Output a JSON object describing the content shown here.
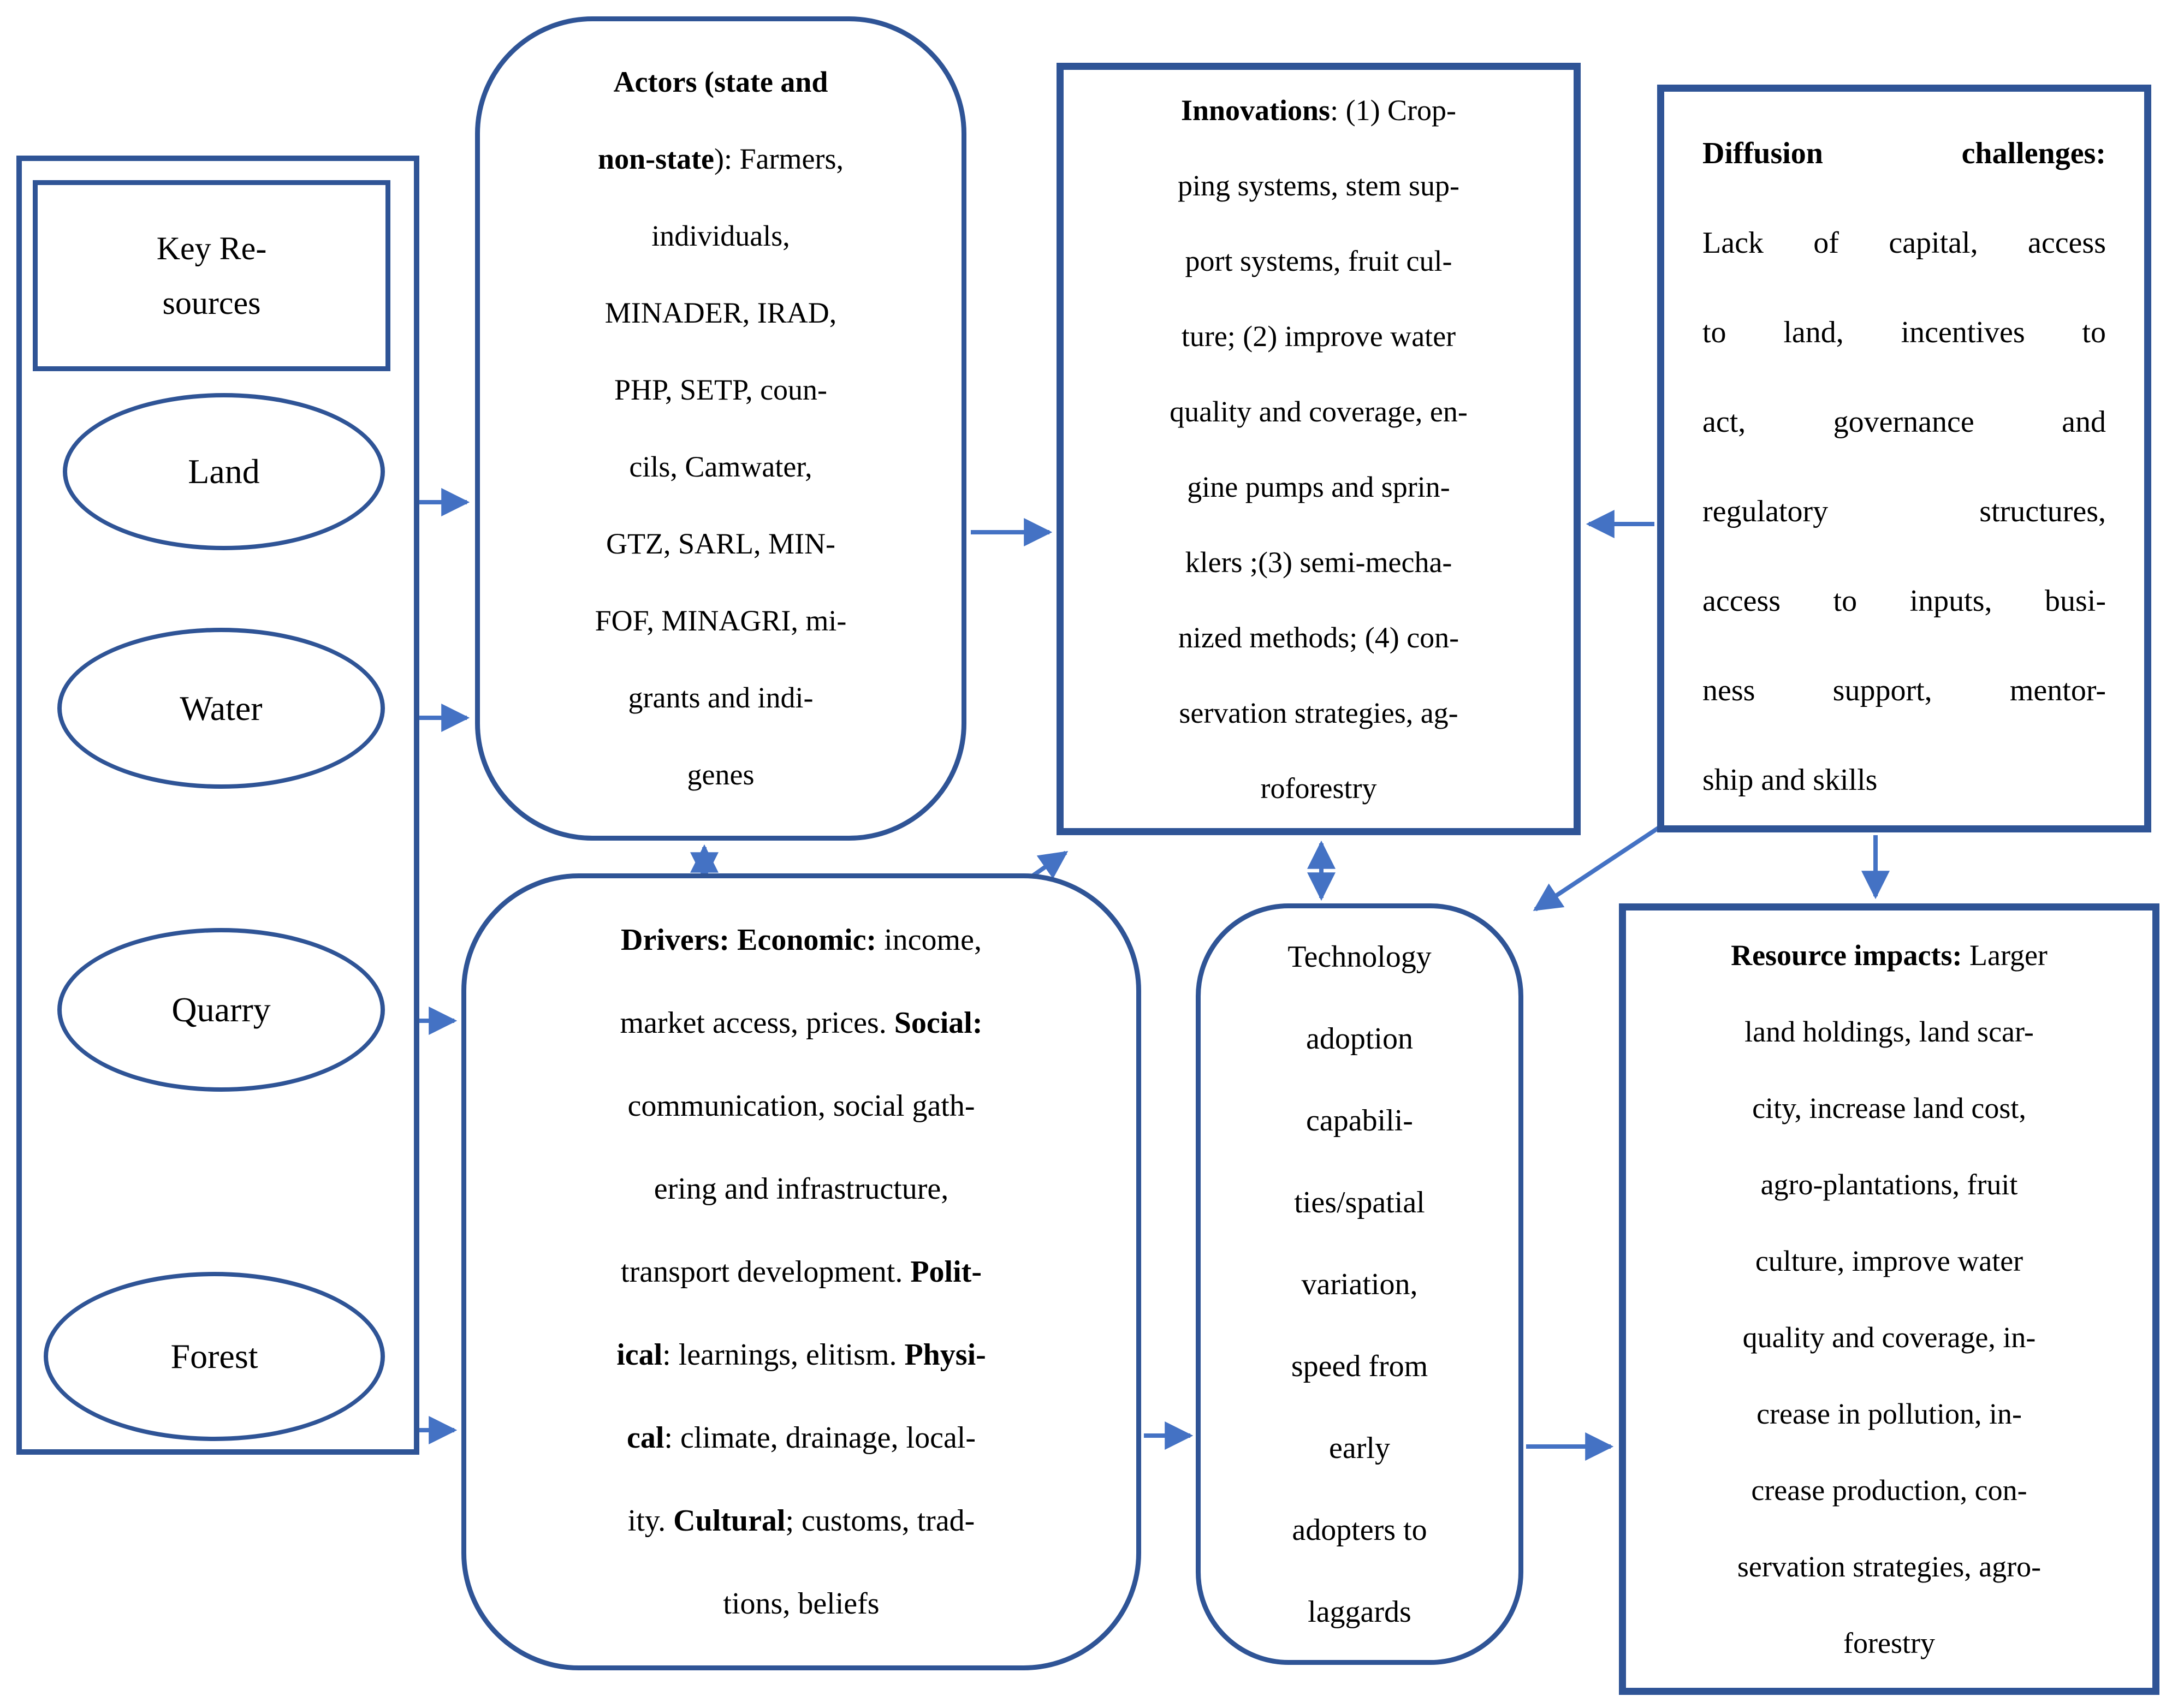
{
  "diagram": {
    "colors": {
      "border": "#2f5496",
      "arrow": "#4472c4",
      "text": "#000000",
      "background": "#ffffff"
    },
    "key_resources": {
      "title": {
        "lines": [
          [
            {
              "t": "Key Re-"
            }
          ],
          [
            {
              "t": "sources"
            }
          ]
        ]
      },
      "items": [
        "Land",
        "Water",
        "Quarry",
        "Forest"
      ]
    },
    "actors": {
      "lines": [
        [
          {
            "t": "Actors (state and",
            "b": true
          }
        ],
        [
          {
            "t": "non-state",
            "b": true
          },
          {
            "t": "): Farmers,"
          }
        ],
        [
          {
            "t": "individuals,"
          }
        ],
        [
          {
            "t": "MINADER, IRAD,"
          }
        ],
        [
          {
            "t": "PHP, SETP, coun-"
          }
        ],
        [
          {
            "t": "cils, Camwater,"
          }
        ],
        [
          {
            "t": "GTZ, SARL, MIN-"
          }
        ],
        [
          {
            "t": "FOF, MINAGRI, mi-"
          }
        ],
        [
          {
            "t": "grants and indi-"
          }
        ],
        [
          {
            "t": "genes"
          }
        ]
      ]
    },
    "innovations": {
      "lines": [
        [
          {
            "t": "Innovations",
            "b": true
          },
          {
            "t": ": (1) Crop-"
          }
        ],
        [
          {
            "t": "ping systems, stem sup-"
          }
        ],
        [
          {
            "t": "port systems, fruit cul-"
          }
        ],
        [
          {
            "t": "ture; (2) improve water"
          }
        ],
        [
          {
            "t": "quality and coverage, en-"
          }
        ],
        [
          {
            "t": "gine pumps and sprin-"
          }
        ],
        [
          {
            "t": "klers ;(3) semi-mecha-"
          }
        ],
        [
          {
            "t": "nized methods; (4) con-"
          }
        ],
        [
          {
            "t": "servation strategies, ag-"
          }
        ],
        [
          {
            "t": "roforestry"
          }
        ]
      ]
    },
    "diffusion_challenges": {
      "justify": true,
      "lines": [
        [
          {
            "t": "Diffusion challenges:",
            "b": true
          }
        ],
        [
          {
            "t": "Lack of capital, access"
          }
        ],
        [
          {
            "t": "to land, incentives to"
          }
        ],
        [
          {
            "t": "act, governance and"
          }
        ],
        [
          {
            "t": "regulatory structures,"
          }
        ],
        [
          {
            "t": "access to inputs, busi-"
          }
        ],
        [
          {
            "t": "ness support, mentor-"
          }
        ],
        [
          {
            "t": "ship and skills"
          }
        ]
      ]
    },
    "drivers": {
      "lines": [
        [
          {
            "t": "Drivers: Economic:",
            "b": true
          },
          {
            "t": " income,"
          }
        ],
        [
          {
            "t": "market access, prices. "
          },
          {
            "t": "Social:",
            "b": true
          }
        ],
        [
          {
            "t": "communication, social gath-"
          }
        ],
        [
          {
            "t": "ering and infrastructure,"
          }
        ],
        [
          {
            "t": "transport development. "
          },
          {
            "t": "Polit-",
            "b": true
          }
        ],
        [
          {
            "t": "ical",
            "b": true
          },
          {
            "t": ": learnings, elitism. "
          },
          {
            "t": "Physi-",
            "b": true
          }
        ],
        [
          {
            "t": "cal",
            "b": true
          },
          {
            "t": ": climate, drainage, local-"
          }
        ],
        [
          {
            "t": "ity. "
          },
          {
            "t": "Cultural",
            "b": true
          },
          {
            "t": "; customs, trad-"
          }
        ],
        [
          {
            "t": "tions, beliefs"
          }
        ]
      ]
    },
    "technology_adoption": {
      "lines": [
        [
          {
            "t": "Technology"
          }
        ],
        [
          {
            "t": "adoption"
          }
        ],
        [
          {
            "t": "capabili-"
          }
        ],
        [
          {
            "t": "ties/spatial"
          }
        ],
        [
          {
            "t": "variation,"
          }
        ],
        [
          {
            "t": "speed from"
          }
        ],
        [
          {
            "t": "early"
          }
        ],
        [
          {
            "t": "adopters to"
          }
        ],
        [
          {
            "t": "laggards"
          }
        ]
      ]
    },
    "resource_impacts": {
      "lines": [
        [
          {
            "t": "Resource impacts:",
            "b": true
          },
          {
            "t": " Larger"
          }
        ],
        [
          {
            "t": "land holdings, land scar-"
          }
        ],
        [
          {
            "t": "city, increase land cost,"
          }
        ],
        [
          {
            "t": "agro-plantations, fruit"
          }
        ],
        [
          {
            "t": "culture, improve water"
          }
        ],
        [
          {
            "t": "quality and coverage, in-"
          }
        ],
        [
          {
            "t": "crease in pollution, in-"
          }
        ],
        [
          {
            "t": "crease production, con-"
          }
        ],
        [
          {
            "t": "servation strategies, agro-"
          }
        ],
        [
          {
            "t": "forestry"
          }
        ]
      ]
    }
  }
}
